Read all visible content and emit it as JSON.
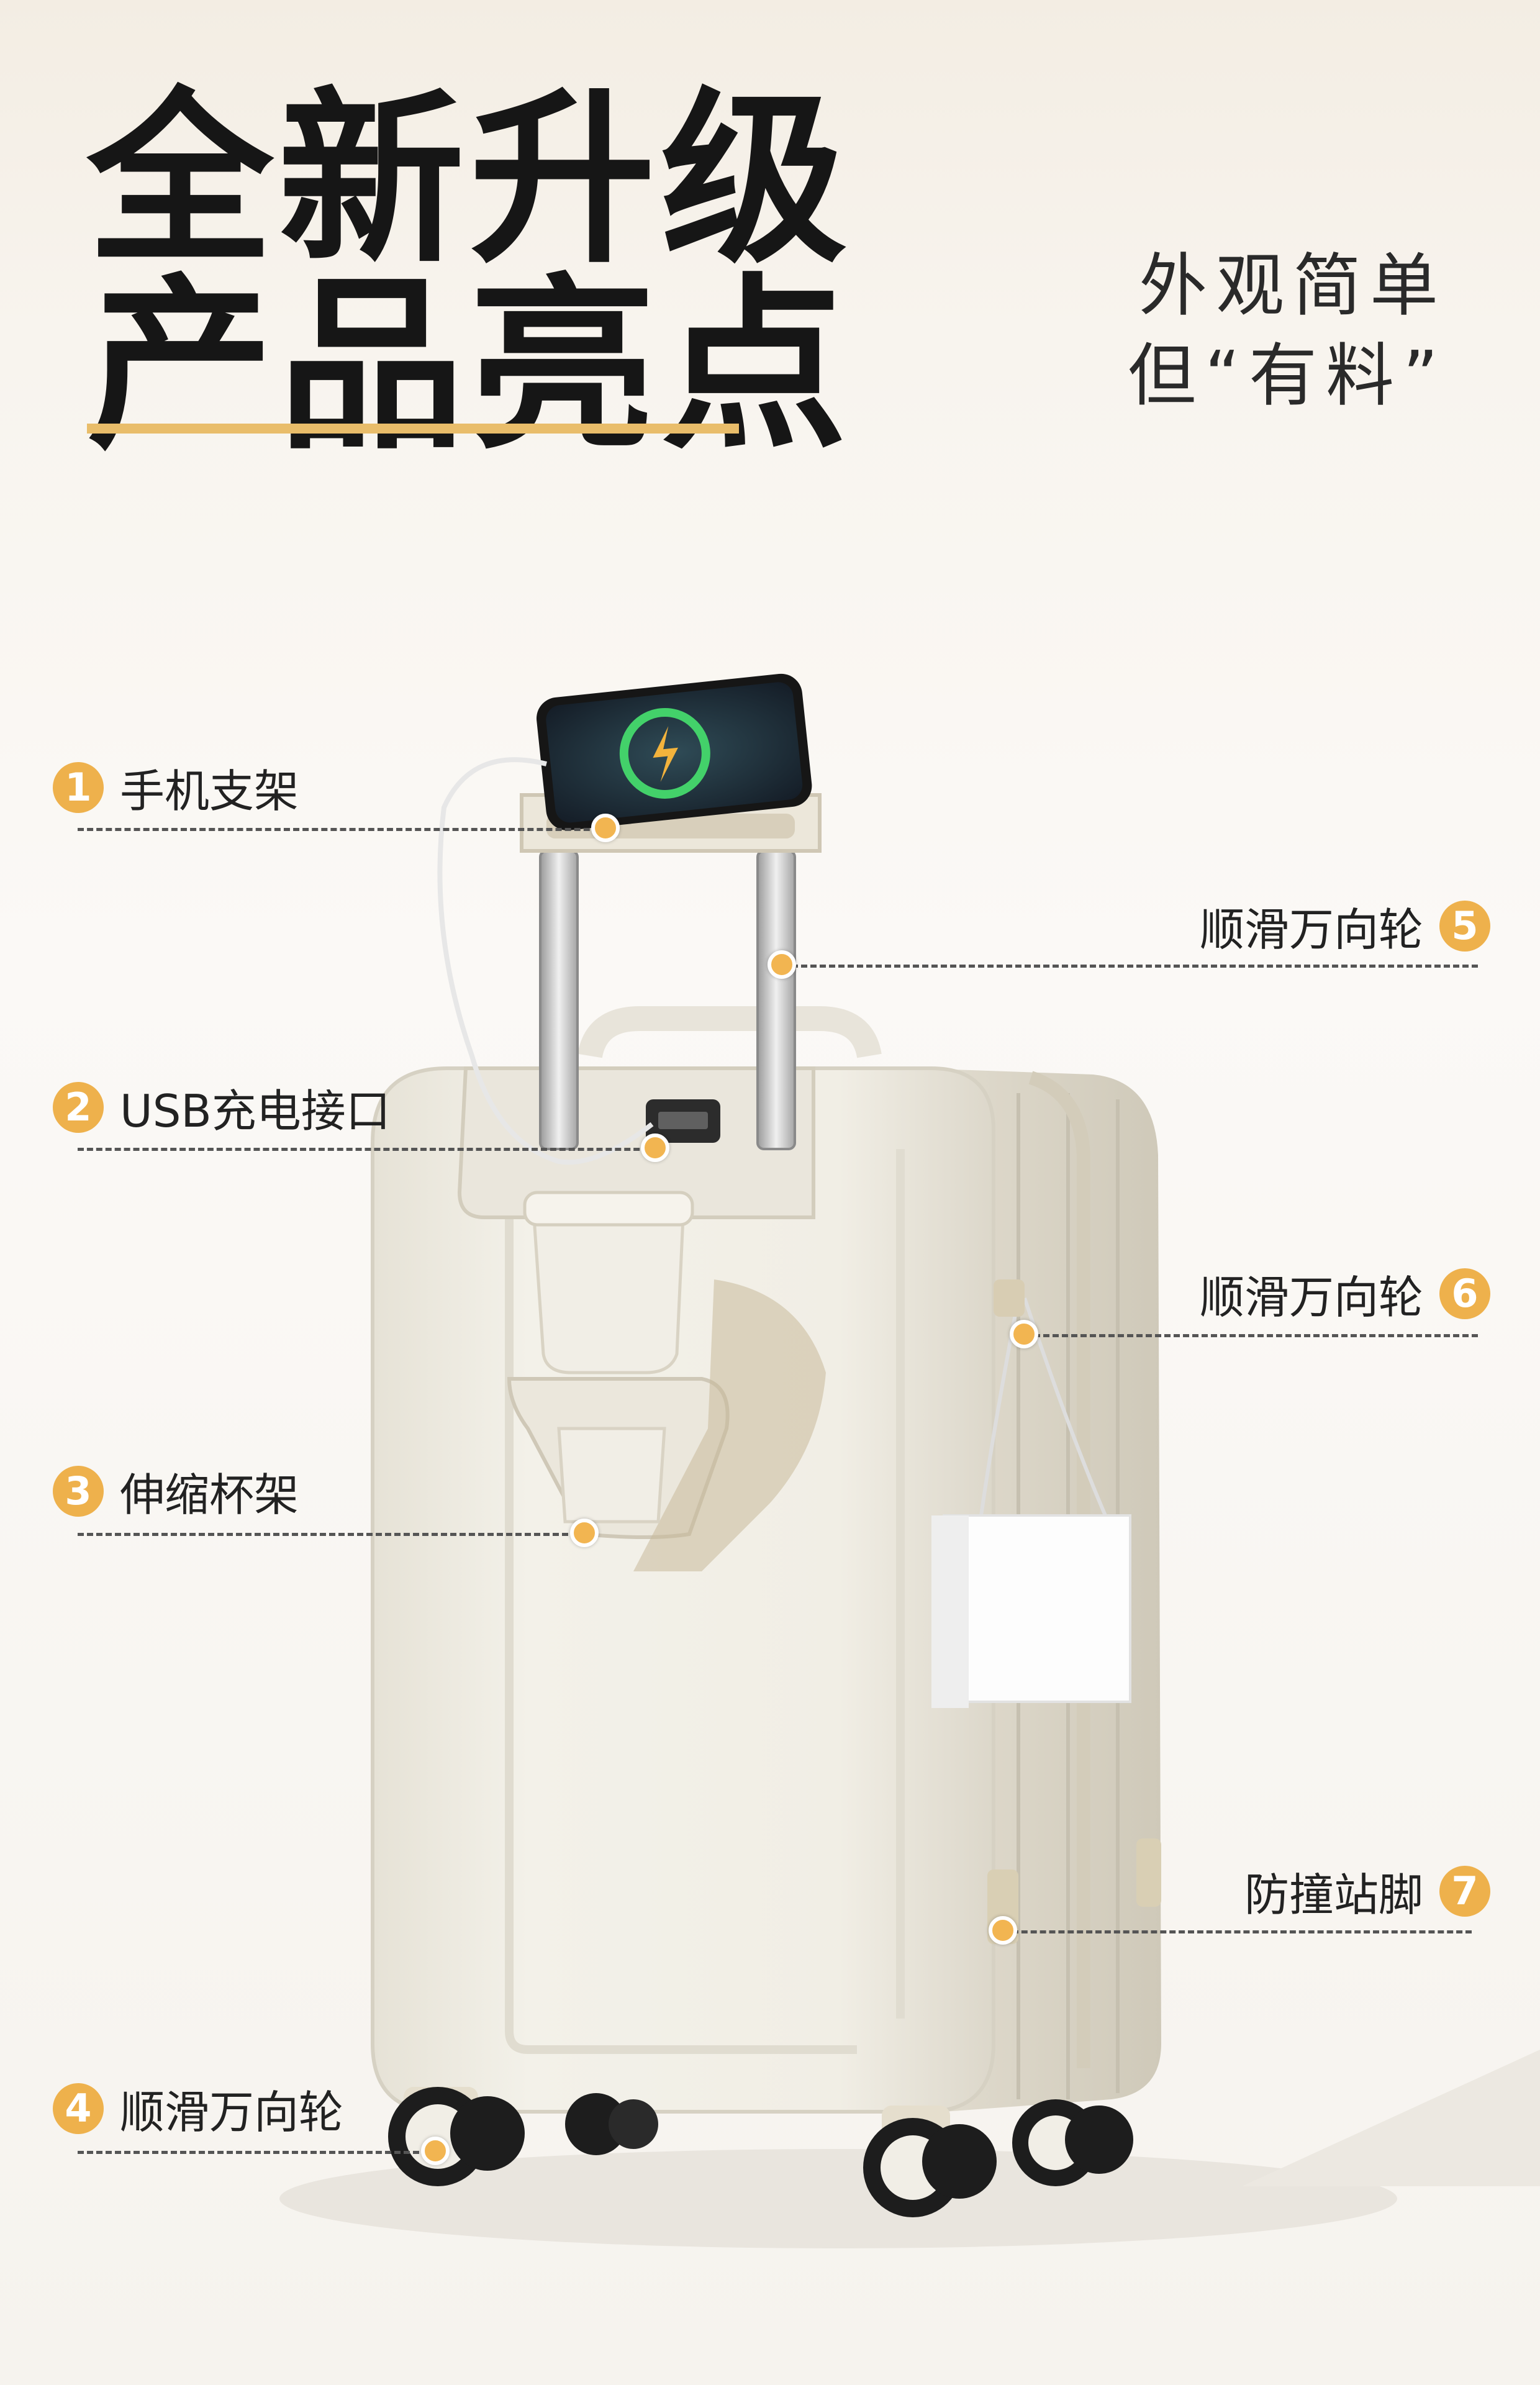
{
  "headline": {
    "line1": "全新升级",
    "line2": "产品亮点"
  },
  "subtitle": {
    "line1": "外观简单",
    "line2": "但“有料”"
  },
  "phone_screen": {
    "icon": "lightning-charge-icon"
  },
  "colors": {
    "accent": "#eeb14c",
    "suitcase": "#efece1",
    "background": "#f8f4ee"
  },
  "features": [
    {
      "num": "1",
      "label": "手机支架"
    },
    {
      "num": "2",
      "label": "USB充电接口"
    },
    {
      "num": "3",
      "label": "伸缩杯架"
    },
    {
      "num": "4",
      "label": "顺滑万向轮"
    },
    {
      "num": "5",
      "label": "顺滑万向轮"
    },
    {
      "num": "6",
      "label": "顺滑万向轮"
    },
    {
      "num": "7",
      "label": "防撞站脚"
    }
  ]
}
